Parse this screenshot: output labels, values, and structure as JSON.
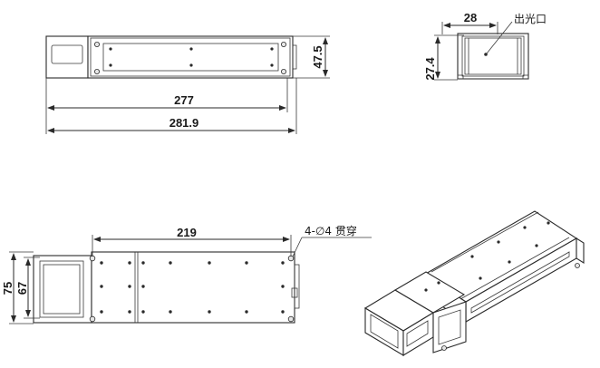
{
  "front_view": {
    "dim_length_inner": "277",
    "dim_length_outer": "281.9",
    "dim_height": "47.5"
  },
  "side_view": {
    "dim_width": "28",
    "dim_height": "27.4",
    "label_aperture": "出光口"
  },
  "top_view": {
    "dim_hole_spacing": "219",
    "dim_width_outer": "75",
    "dim_width_inner": "67",
    "label_holes": "4-∅4 贯穿"
  },
  "iso_view": {}
}
